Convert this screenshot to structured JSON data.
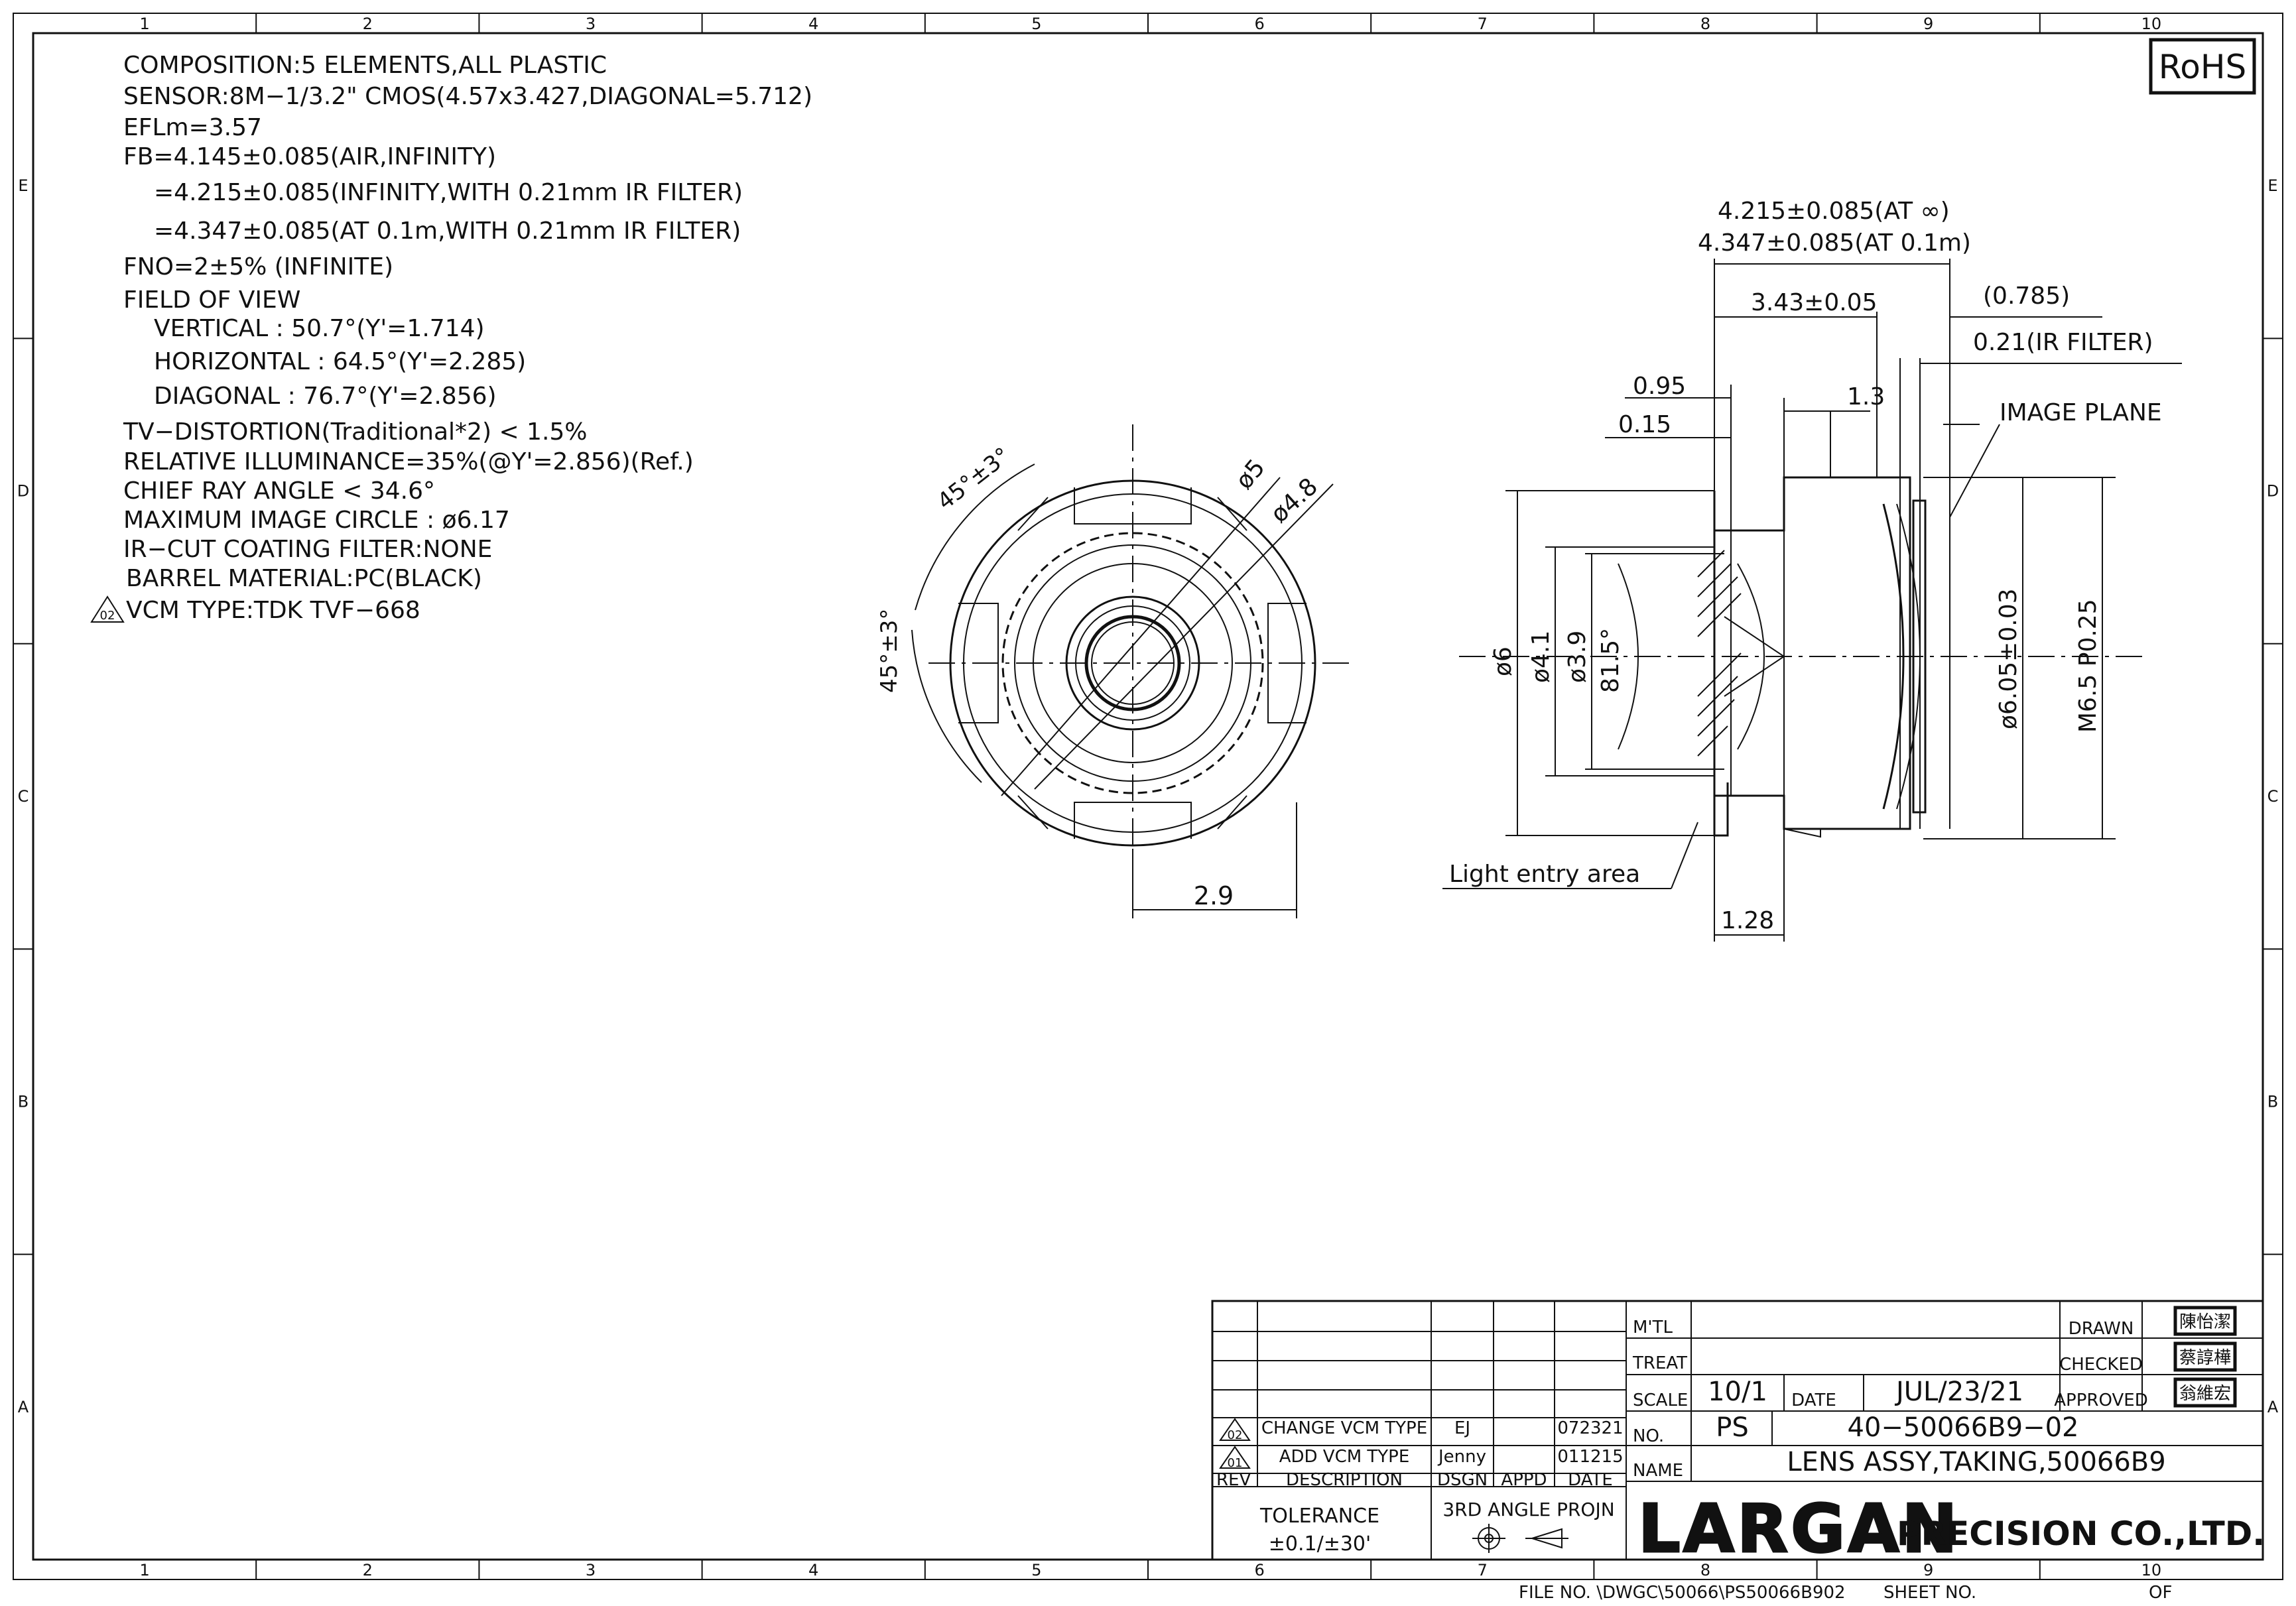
{
  "border": {
    "columns": [
      "1",
      "2",
      "3",
      "4",
      "5",
      "6",
      "7",
      "8",
      "9",
      "10"
    ],
    "rows": [
      "E",
      "D",
      "C",
      "B",
      "A"
    ]
  },
  "rohs": "RoHS",
  "specs": {
    "composition": "COMPOSITION:5  ELEMENTS,ALL  PLASTIC",
    "sensor": "SENSOR:8M−1/3.2\"  CMOS(4.57x3.427,DIAGONAL=5.712)",
    "efl": "EFLm=3.57",
    "fb1": "FB=4.145±0.085(AIR,INFINITY)",
    "fb2": "=4.215±0.085(INFINITY,WITH  0.21mm  IR  FILTER)",
    "fb3": "=4.347±0.085(AT  0.1m,WITH  0.21mm  IR  FILTER)",
    "fno": "FNO=2±5%  (INFINITE)",
    "fov_title": "FIELD  OF  VIEW",
    "fov_v": "VERTICAL : 50.7°(Y'=1.714)",
    "fov_h": "HORIZONTAL : 64.5°(Y'=2.285)",
    "fov_d": "DIAGONAL : 76.7°(Y'=2.856)",
    "tv": "TV−DISTORTION(Traditional*2)  <  1.5%",
    "ri": "RELATIVE  ILLUMINANCE=35%(@Y'=2.856)(Ref.)",
    "cra": "CHIEF  RAY  ANGLE  <  34.6°",
    "mic": "MAXIMUM  IMAGE  CIRCLE : ø6.17",
    "ircut": "IR−CUT  COATING  FILTER:NONE",
    "barrel": "BARREL  MATERIAL:PC(BLACK)",
    "vcm_rev": "02",
    "vcm": "VCM  TYPE:TDK  TVF−668"
  },
  "front_view": {
    "angle_top": "45°±3°",
    "angle_left": "45°±3°",
    "dia_outer": "ø5",
    "dia_inner": "ø4.8",
    "width": "2.9"
  },
  "side_view": {
    "fb_inf": "4.215±0.085(AT  ∞)",
    "fb_01": "4.347±0.085(AT  0.1m)",
    "len": "3.43±0.05",
    "gap": "(0.785)",
    "ir": "0.21(IR  FILTER)",
    "d095": "0.95",
    "d015": "0.15",
    "d13": "1.3",
    "image_plane": "IMAGE  PLANE",
    "phi6": "ø6",
    "phi41": "ø4.1",
    "phi39": "ø3.9",
    "ang815": "81.5°",
    "phi605": "ø6.05±0.03",
    "m65": "M6.5  P0.25",
    "light_entry": "Light  entry  area",
    "d128": "1.28"
  },
  "title_block": {
    "mtl_label": "M'TL",
    "treat_label": "TREAT",
    "scale_label": "SCALE",
    "scale": "10/1",
    "date_label": "DATE",
    "date": "JUL/23/21",
    "no_label": "NO.",
    "no_prefix": "PS",
    "part_no": "40−50066B9−02",
    "name_label": "NAME",
    "name": "LENS  ASSY,TAKING,50066B9",
    "drawn_label": "DRAWN",
    "checked_label": "CHECKED",
    "approved_label": "APPROVED",
    "drawn_sig": "陳怡潔",
    "checked_sig": "蔡諄樺",
    "approved_sig": "翁維宏",
    "revisions": [
      {
        "rev": "02",
        "desc": "CHANGE  VCM  TYPE",
        "dsgn": "EJ",
        "appd": "",
        "date": "072321"
      },
      {
        "rev": "01",
        "desc": "ADD  VCM  TYPE",
        "dsgn": "Jenny",
        "appd": "",
        "date": "011215"
      }
    ],
    "rev_header": "REV",
    "desc_header": "DESCRIPTION",
    "dsgn_header": "DSGN",
    "appd_header": "APPD",
    "date_header": "DATE",
    "tolerance_label": "TOLERANCE",
    "tolerance": "±0.1/±30'",
    "projection": "3RD  ANGLE  PROJN",
    "company_logo": "LARGAN",
    "company_rest": "PRECISION CO.,LTD."
  },
  "footer": {
    "file_no": "FILE  NO. \\DWGC\\50066\\PS50066B902",
    "sheet_no": "SHEET  NO.",
    "of": "OF"
  }
}
